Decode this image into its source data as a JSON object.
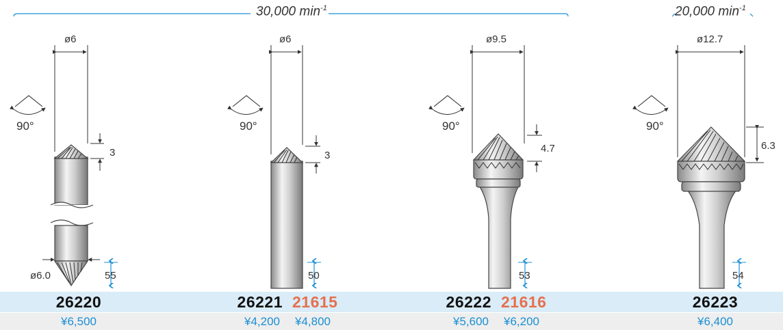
{
  "speeds": {
    "group_a": "30,000",
    "group_b": "20,000",
    "unit": "min",
    "exp": "-1"
  },
  "products": [
    {
      "code": "26220",
      "alt_code": "",
      "prices": [
        "¥6,500"
      ],
      "diameter": "ø6",
      "head_length": "3",
      "angle": "90°",
      "length": "55",
      "tip_diameter": "ø6.0"
    },
    {
      "code": "26221",
      "alt_code": "21615",
      "prices": [
        "¥4,200",
        "¥4,800"
      ],
      "diameter": "ø6",
      "head_length": "3",
      "angle": "90°",
      "length": "50"
    },
    {
      "code": "26222",
      "alt_code": "21616",
      "prices": [
        "¥5,600",
        "¥6,200"
      ],
      "diameter": "ø9.5",
      "head_length": "4.7",
      "angle": "90°",
      "length": "53"
    },
    {
      "code": "26223",
      "alt_code": "",
      "prices": [
        "¥6,400"
      ],
      "diameter": "ø12.7",
      "head_length": "6.3",
      "angle": "90°",
      "length": "54"
    }
  ],
  "colors": {
    "code_bar": "#d9ecf8",
    "price_bar": "#eeeeee",
    "price_text": "#1a8fd4",
    "alt_code": "#e5704e",
    "speed_line": "#1a8fd4"
  }
}
